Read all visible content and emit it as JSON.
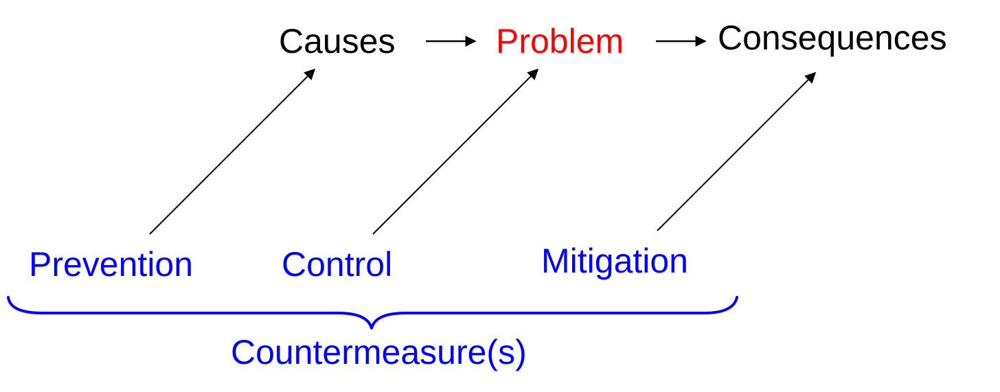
{
  "diagram": {
    "chain": {
      "causes": "Causes",
      "problem": "Problem",
      "consequences": "Consequences"
    },
    "countermeasures": {
      "prevention": "Prevention",
      "control": "Control",
      "mitigation": "Mitigation",
      "group_label": "Countermeasure(s)"
    }
  },
  "colors": {
    "chain_text": "#000000",
    "problem_text": "#ff0000",
    "countermeasure_text": "#0000ff",
    "arrow": "#000000",
    "brace": "#0000ff"
  }
}
